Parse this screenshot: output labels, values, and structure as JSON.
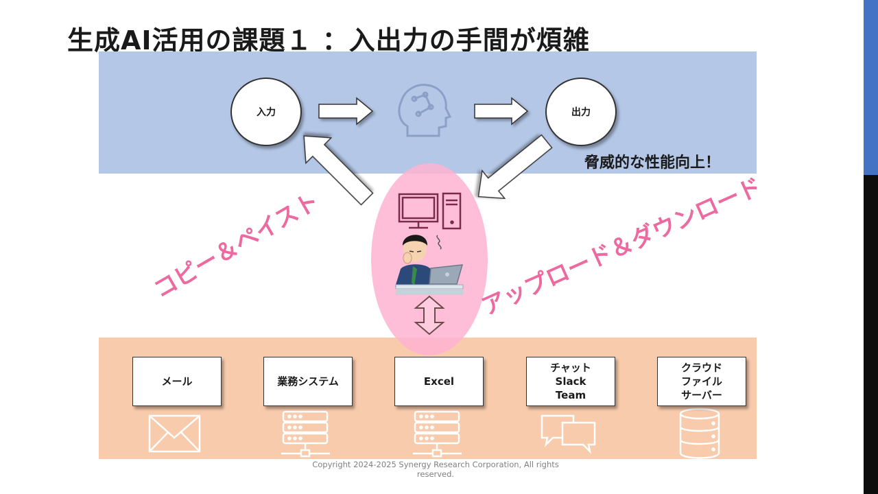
{
  "title": "生成AI活用の課題１ ：入出力の手間が煩雑",
  "top_flow": {
    "input_label": "入力",
    "output_label": "出力",
    "center_icon": "ai-brain-icon",
    "performance_text": "脅威的な性能向上！"
  },
  "middle": {
    "left_label": "コピー＆ペイスト",
    "right_label": "アップロード＆ダウンロード",
    "person_icon": "troubled-office-worker-icon",
    "computer_icon": "desktop-computer-icon",
    "highlight_color": "#ffb3d1"
  },
  "systems": [
    {
      "label": "メール",
      "icon": "envelope-icon"
    },
    {
      "label": "業務システム",
      "icon": "server-rack-icon"
    },
    {
      "label": "Excel",
      "icon": "server-rack-icon"
    },
    {
      "label": "チャット\nSlack\nTeam",
      "icon": "chat-bubbles-icon"
    },
    {
      "label": "クラウド\nファイル\nサーバー",
      "icon": "database-icon"
    }
  ],
  "colors": {
    "top_band": "#b4c7e7",
    "bottom_band": "#f8cbad",
    "accent_pink": "#ec6aa0",
    "side_bar_blue": "#4472c4"
  },
  "footer": "Copyright 2024-2025 Synergy Research Corporation, All rights reserved."
}
